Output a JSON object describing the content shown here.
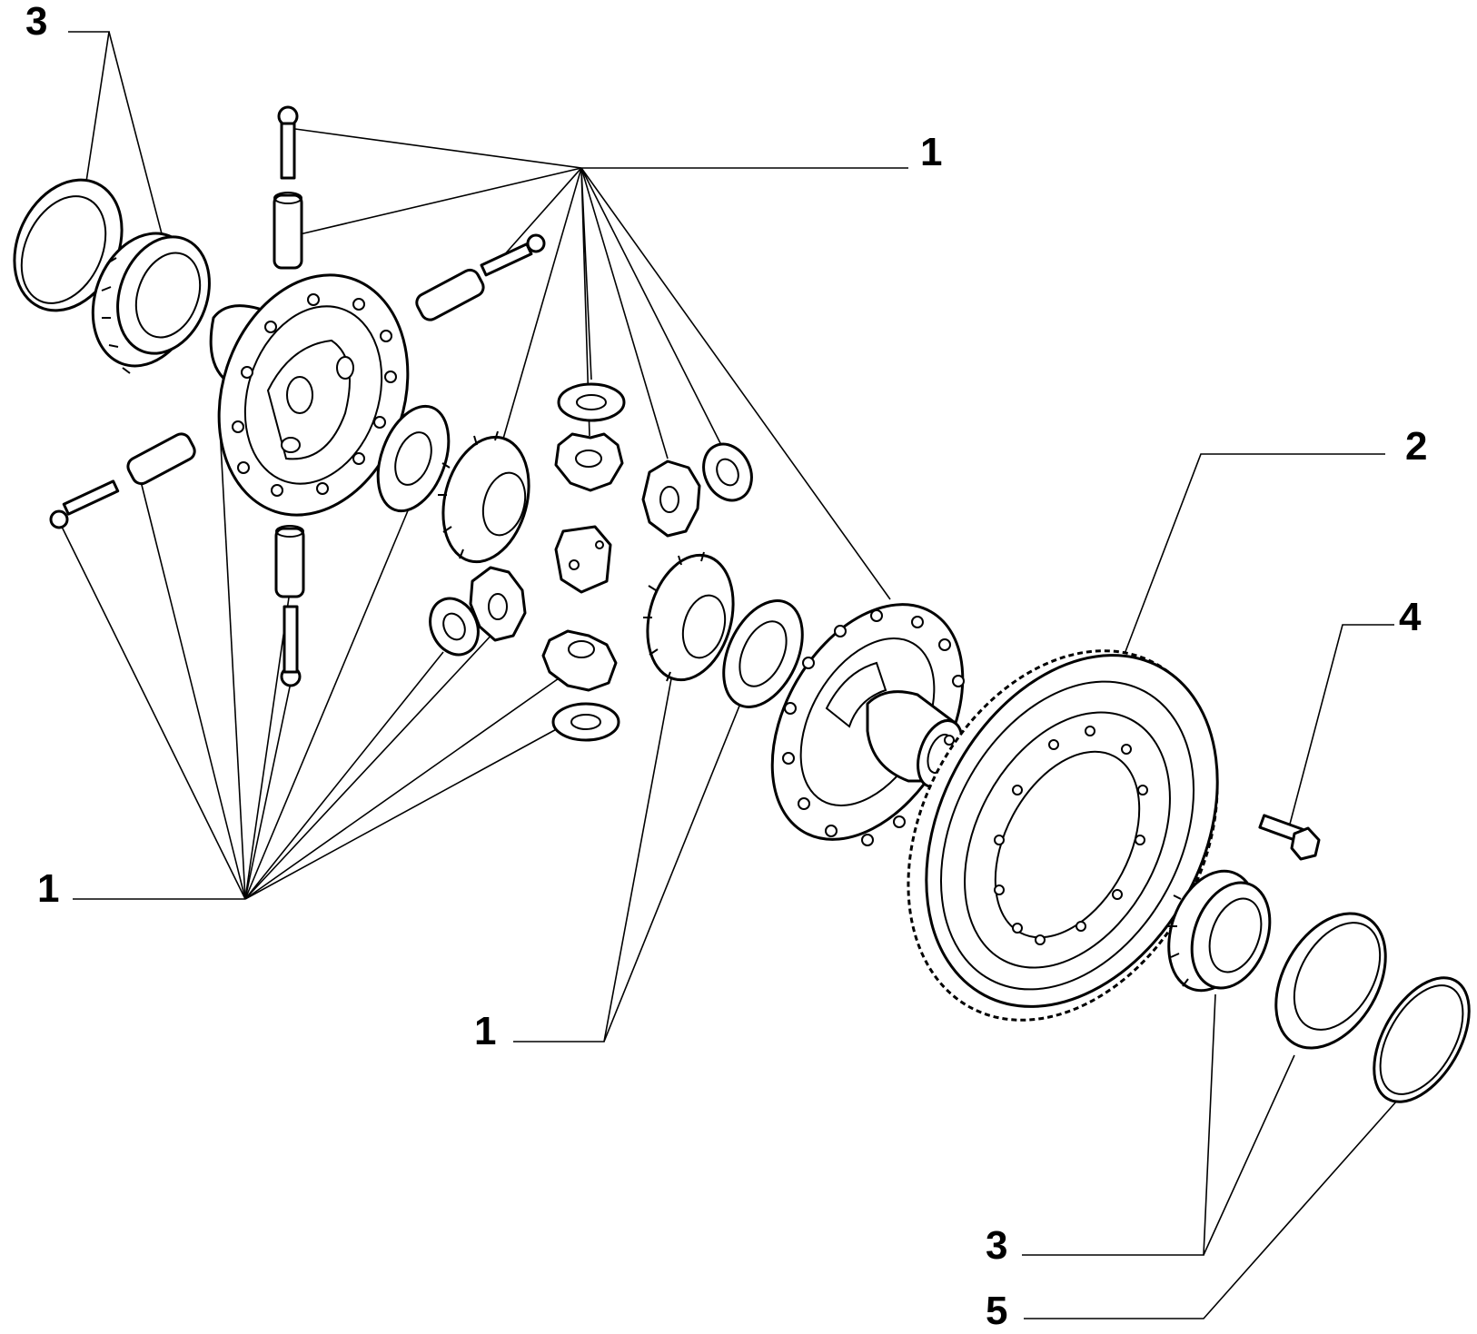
{
  "callouts": [
    {
      "id": "c3-top-left",
      "number": "3"
    },
    {
      "id": "c1-top-right",
      "number": "1"
    },
    {
      "id": "c2",
      "number": "2"
    },
    {
      "id": "c4",
      "number": "4"
    },
    {
      "id": "c1-left",
      "number": "1"
    },
    {
      "id": "c1-bottom-center",
      "number": "1"
    },
    {
      "id": "c3-bottom-right",
      "number": "3"
    },
    {
      "id": "c5",
      "number": "5"
    }
  ]
}
